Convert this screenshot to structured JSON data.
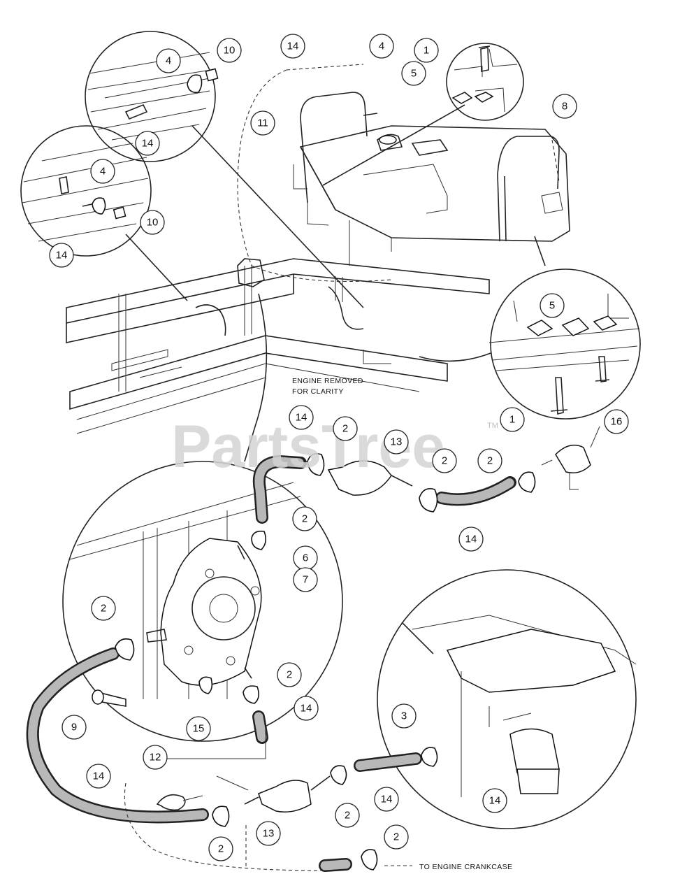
{
  "notes": {
    "engine_removed_line1": "ENGINE REMOVED",
    "engine_removed_line2": "FOR CLARITY",
    "to_engine_crankcase": "TO ENGINE CRANKCASE"
  },
  "watermark": {
    "text": "PartsTree",
    "trademark": "TM"
  },
  "callouts": [
    "14",
    "4",
    "1",
    "5",
    "8",
    "11",
    "4",
    "10",
    "14",
    "4",
    "10",
    "14",
    "5",
    "1",
    "16",
    "14",
    "2",
    "13",
    "2",
    "2",
    "14",
    "2",
    "6",
    "7",
    "2",
    "9",
    "15",
    "2",
    "14",
    "3",
    "12",
    "14",
    "14",
    "2",
    "13",
    "2",
    "2",
    "14"
  ],
  "colors": {
    "line": "#222222",
    "watermark": "#d4d4d4",
    "background": "#ffffff"
  }
}
